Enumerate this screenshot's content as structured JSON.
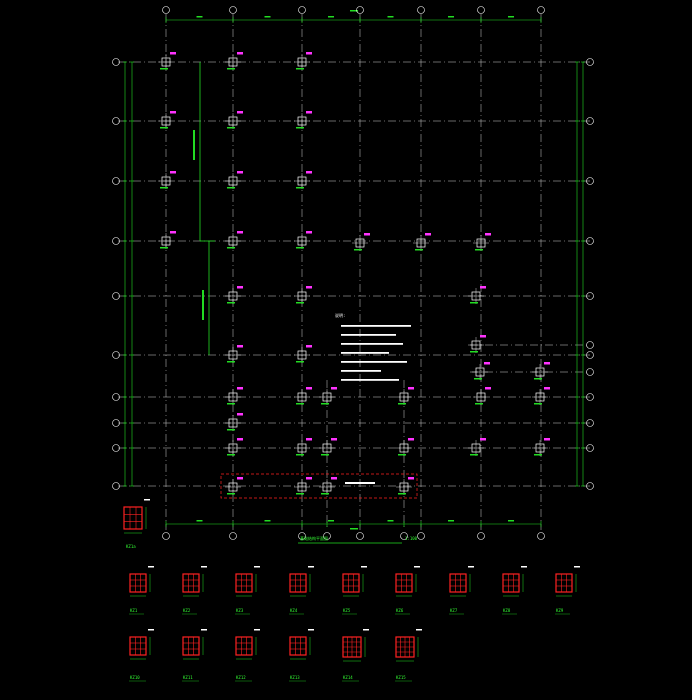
{
  "drawing": {
    "colors": {
      "background": "#000000",
      "axis_line": "#cfcfcf",
      "dimension": "#22dd22",
      "column": "#ffffff",
      "tag": "#ff33ff",
      "highlight": "#ff2222"
    },
    "sheet_title": "基础结构平面图",
    "sheet_scale": "1:100"
  },
  "column_schedule": {
    "row1": [
      "KZ1",
      "KZ2",
      "KZ3",
      "KZ4",
      "KZ5",
      "KZ6",
      "KZ7",
      "KZ8",
      "KZ9"
    ],
    "row2": [
      "KZ10",
      "KZ11",
      "KZ12",
      "KZ13",
      "KZ14",
      "KZ15"
    ]
  },
  "legend_detail_label": "KZ1a",
  "notes_heading": "说明:"
}
